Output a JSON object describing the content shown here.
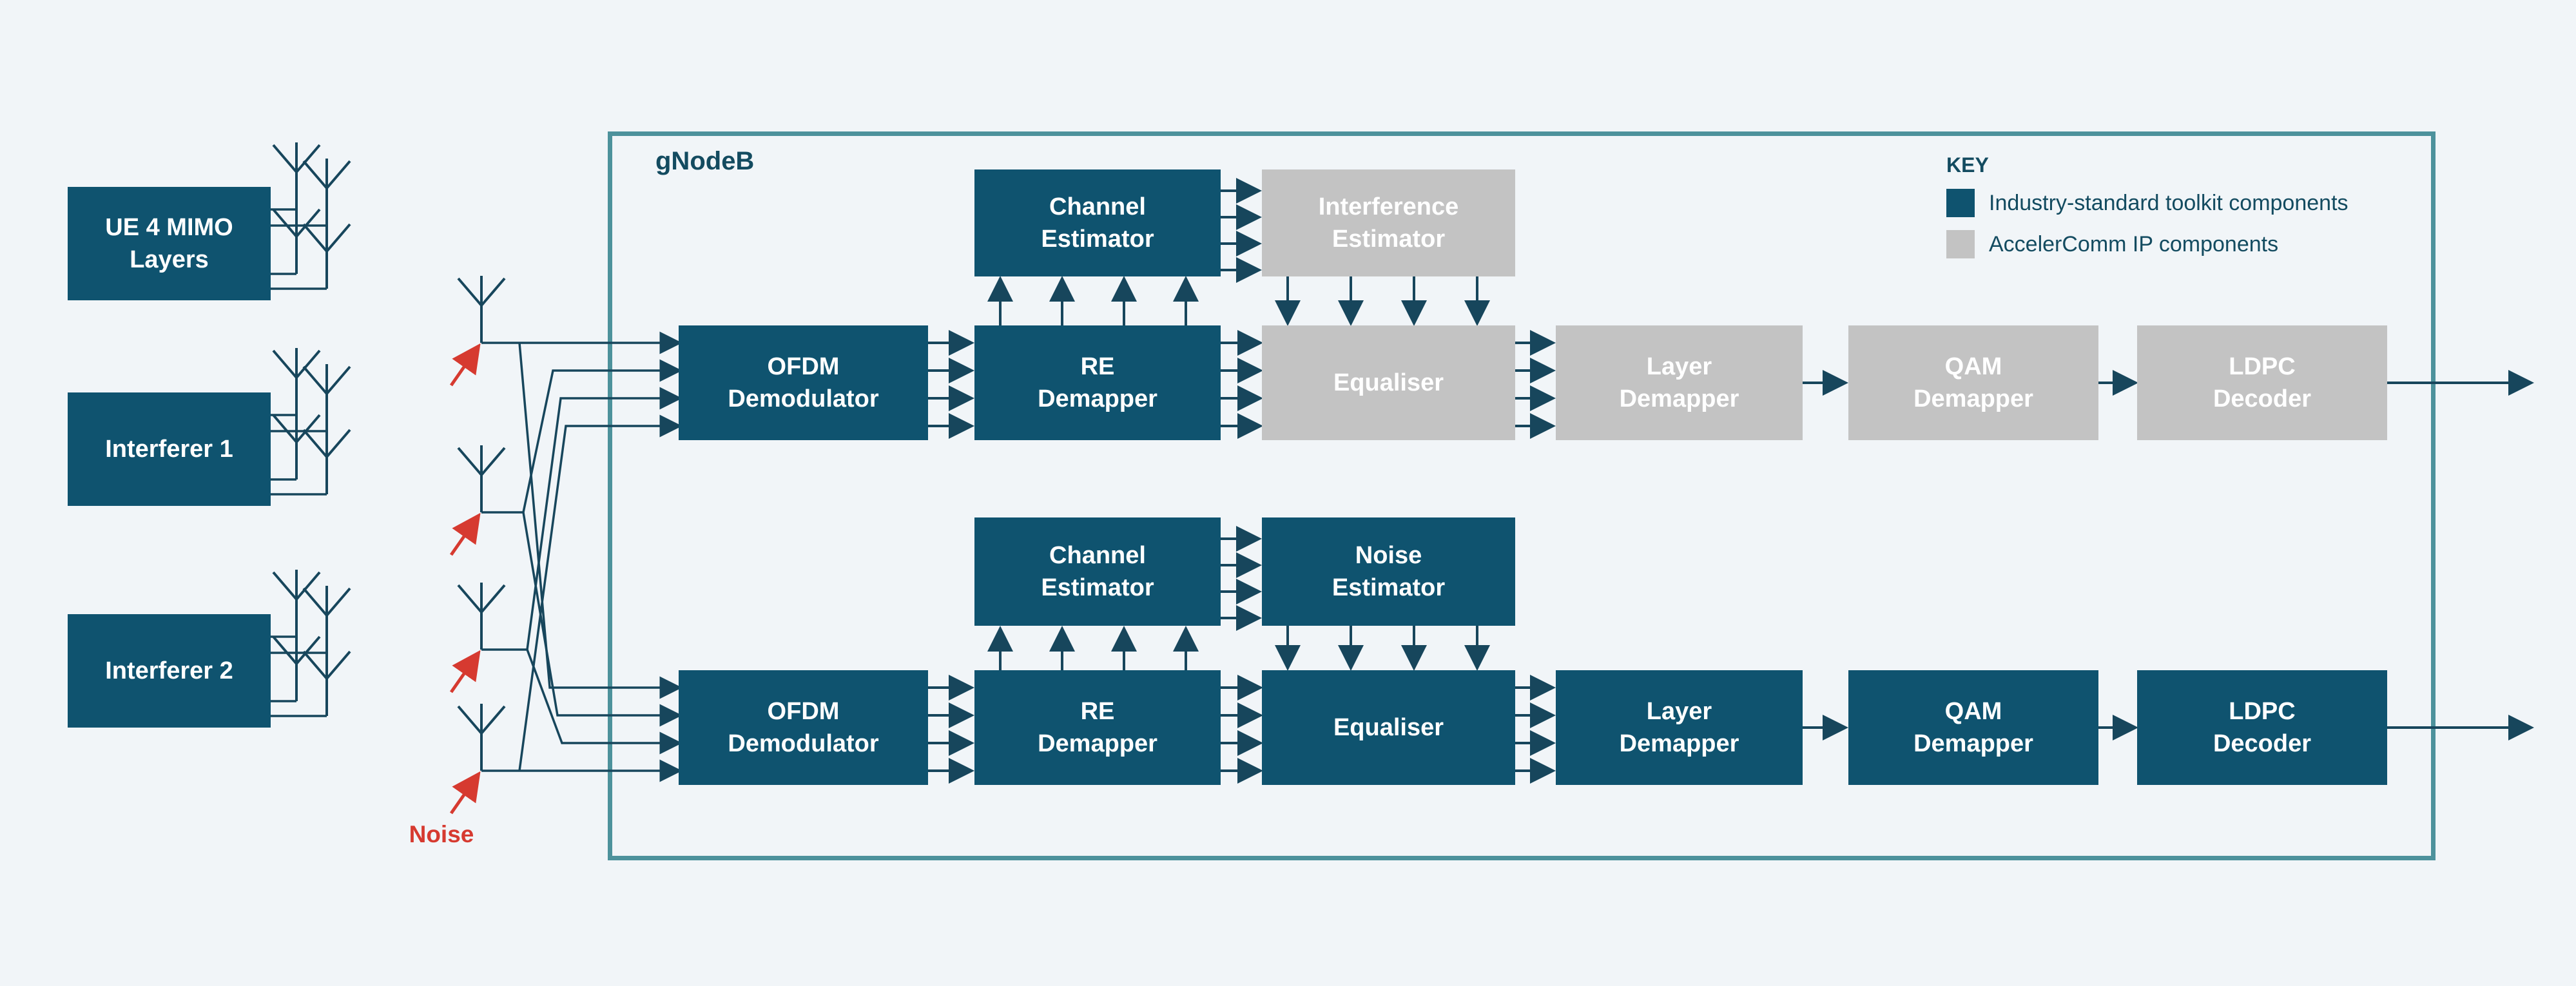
{
  "diagram_title": "gNodeB",
  "sources": [
    {
      "label": "UE 4 MIMO\nLayers"
    },
    {
      "label": "Interferer 1"
    },
    {
      "label": "Interferer 2"
    }
  ],
  "noise_label": "Noise",
  "top_estimators": [
    {
      "label": "Channel\nEstimator",
      "type": "industry"
    },
    {
      "label": "Interference\nEstimator",
      "type": "accelercomm"
    }
  ],
  "top_chain": [
    {
      "label": "OFDM\nDemodulator",
      "type": "industry"
    },
    {
      "label": "RE\nDemapper",
      "type": "industry"
    },
    {
      "label": "Equaliser",
      "type": "accelercomm"
    },
    {
      "label": "Layer\nDemapper",
      "type": "accelercomm"
    },
    {
      "label": "QAM\nDemapper",
      "type": "accelercomm"
    },
    {
      "label": "LDPC\nDecoder",
      "type": "accelercomm"
    }
  ],
  "bottom_estimators": [
    {
      "label": "Channel\nEstimator",
      "type": "industry"
    },
    {
      "label": "Noise\nEstimator",
      "type": "industry"
    }
  ],
  "bottom_chain": [
    {
      "label": "OFDM\nDemodulator",
      "type": "industry"
    },
    {
      "label": "RE\nDemapper",
      "type": "industry"
    },
    {
      "label": "Equaliser",
      "type": "industry"
    },
    {
      "label": "Layer\nDemapper",
      "type": "industry"
    },
    {
      "label": "QAM\nDemapper",
      "type": "industry"
    },
    {
      "label": "LDPC\nDecoder",
      "type": "industry"
    }
  ],
  "key": {
    "title": "KEY",
    "items": [
      {
        "label": "Industry-standard toolkit components",
        "type": "industry",
        "color": "#0f536f"
      },
      {
        "label": "AccelerComm IP components",
        "type": "accelercomm",
        "color": "#c3c3c3"
      }
    ]
  },
  "colors": {
    "industry_block": "#0f536f",
    "accelercomm_block": "#c3c3c3",
    "background": "#f1f5f8",
    "gnodeb_border": "#4d929c",
    "wire": "#17465c",
    "noise_red": "#d63a30"
  }
}
